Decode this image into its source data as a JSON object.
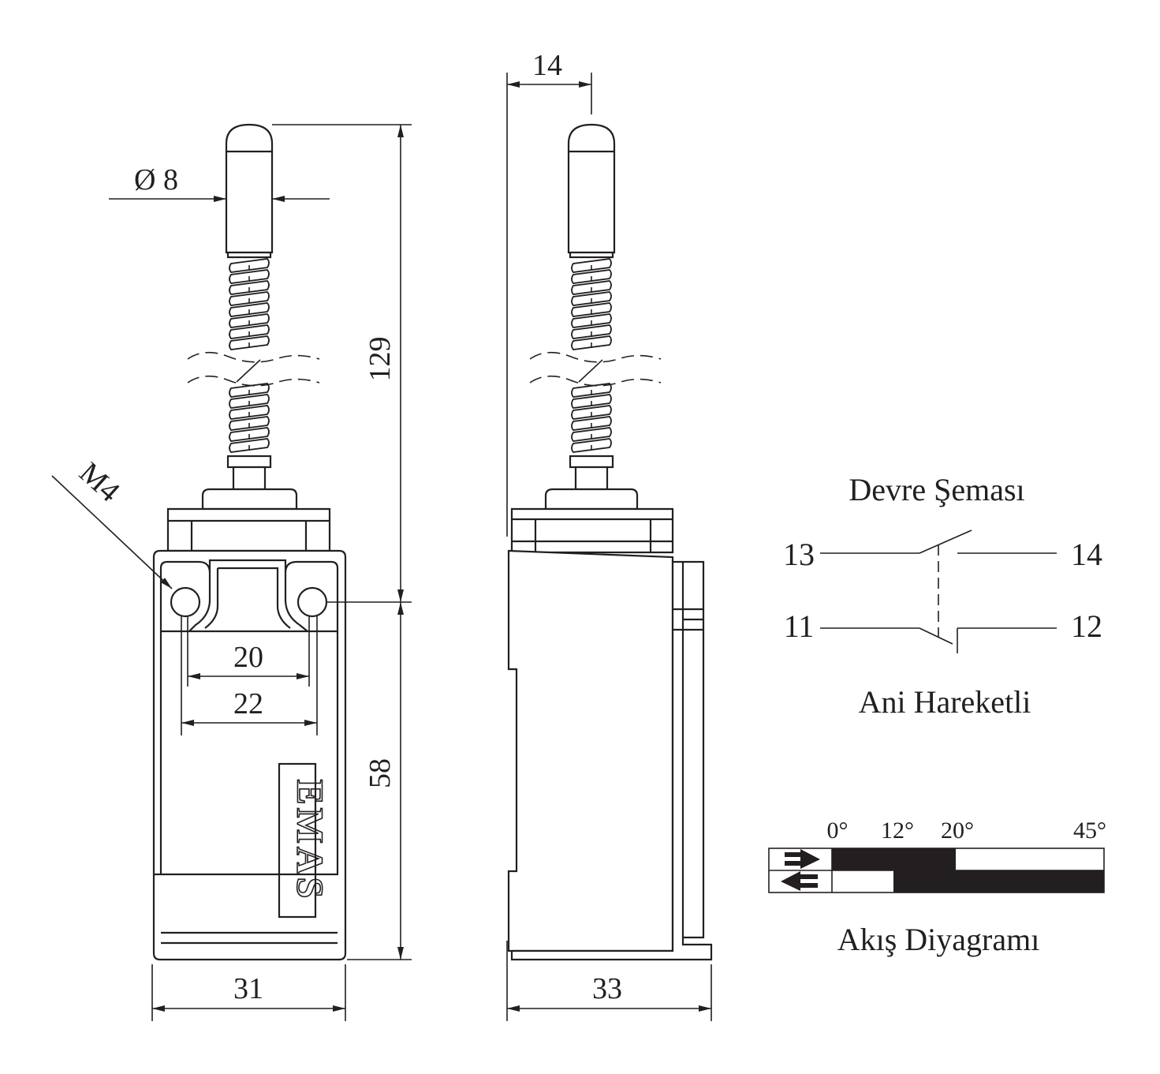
{
  "front_view": {
    "dim_diameter": "Ø 8",
    "dim_total_height": "129",
    "dim_body_height": "58",
    "dim_body_width": "31",
    "dim_hole_inner": "20",
    "dim_hole_outer": "22",
    "thread_label": "M4",
    "logo_text": "EMAS"
  },
  "side_view": {
    "dim_rod_offset": "14",
    "dim_body_depth": "33"
  },
  "circuit": {
    "title": "Devre Şeması",
    "subtitle": "Ani Hareketli",
    "terminals": [
      "13",
      "14",
      "11",
      "12"
    ]
  },
  "travel": {
    "title": "Akış Diyagramı",
    "angles": [
      "0°",
      "12°",
      "20°",
      "45°"
    ]
  },
  "colors": {
    "ink": "#231f20",
    "paper": "#ffffff"
  }
}
